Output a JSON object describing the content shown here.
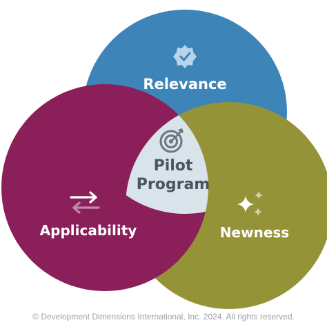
{
  "diagram": {
    "circles": [
      {
        "id": "relevance",
        "label": "Relevance",
        "color": "#3d84b8",
        "icon": "verified-badge-icon"
      },
      {
        "id": "applicability",
        "label": "Applicability",
        "color": "#8b1f5a",
        "icon": "swap-arrows-icon"
      },
      {
        "id": "newness",
        "label": "Newness",
        "color": "#959337",
        "icon": "sparkle-icon"
      }
    ],
    "center": {
      "line1": "Pilot",
      "line2": "Program",
      "color": "#d9e3ea",
      "text_color": "#4a5560",
      "icon": "target-arrow-icon"
    }
  },
  "copyright": "© Development Dimensions International, Inc. 2024. All rights reserved."
}
